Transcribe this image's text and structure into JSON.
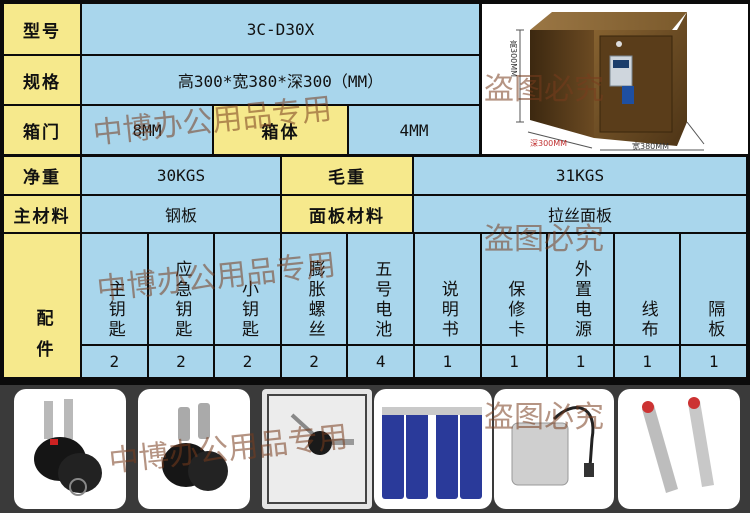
{
  "spec": {
    "model_label": "型号",
    "model_value": "3C-D30X",
    "size_label": "规格",
    "size_value": "高300*宽380*深300（MM）",
    "door_label": "箱门",
    "door_value": "8MM",
    "body_label": "箱体",
    "body_value": "4MM",
    "net_weight_label": "净重",
    "net_weight_value": "30KGS",
    "gross_weight_label": "毛重",
    "gross_weight_value": "31KGS",
    "material_label": "主材料",
    "material_value": "钢板",
    "panel_material_label": "面板材料",
    "panel_material_value": "拉丝面板"
  },
  "accessories": {
    "label": "配件",
    "items": [
      {
        "name": "主钥匙",
        "count": "2"
      },
      {
        "name": "应急钥匙",
        "count": "2"
      },
      {
        "name": "小钥匙",
        "count": "2"
      },
      {
        "name": "膨胀螺丝",
        "count": "2"
      },
      {
        "name": "五号电池",
        "count": "4"
      },
      {
        "name": "说明书",
        "count": "1"
      },
      {
        "name": "保修卡",
        "count": "1"
      },
      {
        "name": "外置电源",
        "count": "1"
      },
      {
        "name": "线布",
        "count": "1"
      },
      {
        "name": "隔板",
        "count": "1"
      }
    ]
  },
  "diagram": {
    "height_label": "高300MM",
    "depth_label": "深300MM",
    "width_label": "宽380MM"
  },
  "watermarks": {
    "shop": "中博办公用品专用",
    "notice": "盗图必究"
  },
  "colors": {
    "label_bg": "#f6e98c",
    "value_bg": "#a9d6ec",
    "grid": "#0b0b0b",
    "safe_body": "#6b4a22"
  }
}
